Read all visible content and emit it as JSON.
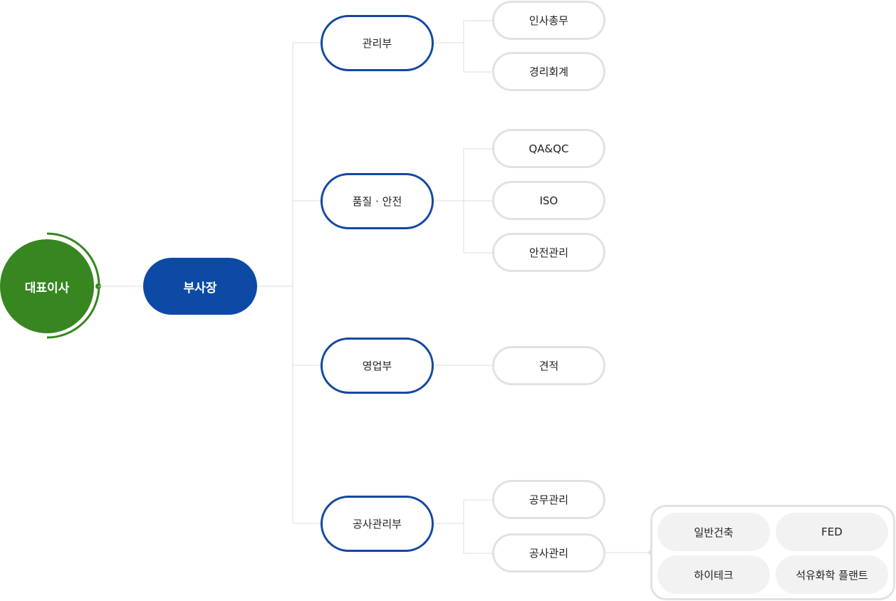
{
  "colors": {
    "ceo": "#37861f",
    "vice_president": "#0c4aa6",
    "department_border": "#1448a0",
    "team_border": "#e2e2e2",
    "chip_background": "#f2f2f2",
    "connector": "#dddddd"
  },
  "ceo": {
    "label": "대표이사"
  },
  "vice_president": {
    "label": "부사장"
  },
  "departments": [
    {
      "label": "관리부",
      "teams": [
        "인사총무",
        "경리회계"
      ]
    },
    {
      "label": "품질 · 안전",
      "teams": [
        "QA&QC",
        "ISO",
        "안전관리"
      ]
    },
    {
      "label": "영업부",
      "teams": [
        "견적"
      ]
    },
    {
      "label": "공사관리부",
      "teams": [
        "공무관리",
        "공사관리"
      ]
    }
  ],
  "construction_subgroups": [
    "일반건축",
    "FED",
    "하이테크",
    "석유화학 플랜트"
  ]
}
